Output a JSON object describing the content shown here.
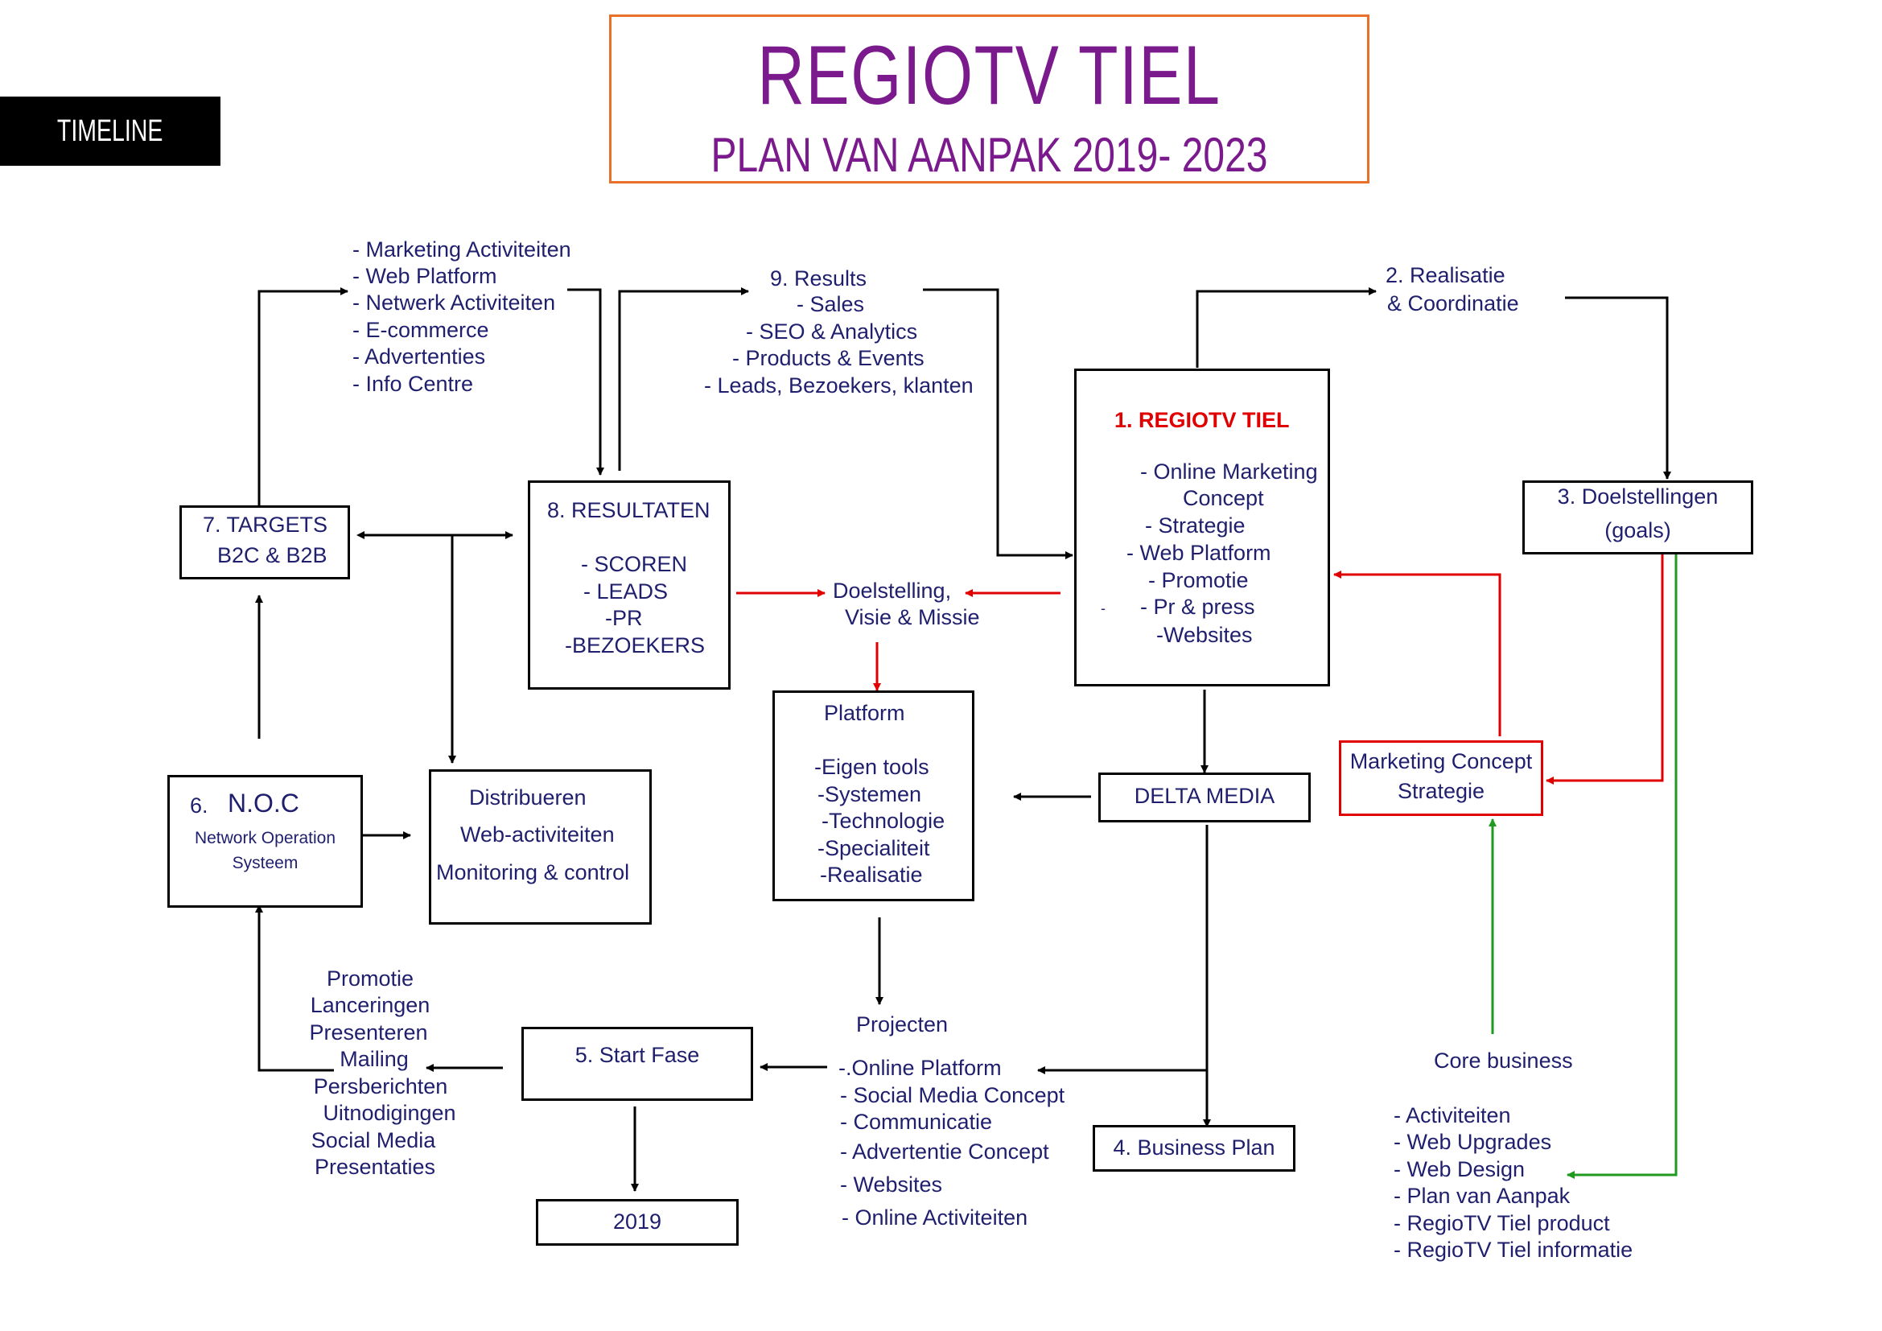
{
  "header": {
    "tag": "TIMELINE",
    "title": "REGIOTV TIEL",
    "subtitle": "PLAN VAN AANPAK 2019- 2023"
  },
  "nodes": {
    "regiotv": {
      "title": "1. REGIOTV TIEL",
      "items": [
        "- Online Marketing",
        "Concept",
        "- Strategie",
        "- Web Platform",
        "- Promotie",
        "- Pr & press",
        "-Websites"
      ],
      "dash": "-"
    },
    "realisatie": {
      "lines": [
        "2. Realisatie",
        "& Coordinatie"
      ]
    },
    "doelstellingen": {
      "lines": [
        "3. Doelstellingen",
        "(goals)"
      ]
    },
    "business_plan": {
      "label": "4. Business Plan"
    },
    "start_fase": {
      "label": "5. Start Fase"
    },
    "year": {
      "label": "2019"
    },
    "noc": {
      "number": "6.",
      "title": "N.O.C",
      "sub1": "Network Operation",
      "sub2": "Systeem"
    },
    "targets": {
      "lines": [
        "7. TARGETS",
        "B2C & B2B"
      ]
    },
    "resultaten": {
      "title": "8. RESULTATEN",
      "items": [
        "- SCOREN",
        "- LEADS",
        "-PR",
        "-BEZOEKERS"
      ]
    },
    "results": {
      "title": "9. Results",
      "items": [
        "- Sales",
        "- SEO & Analytics",
        "- Products & Events",
        "- Leads, Bezoekers, klanten"
      ]
    },
    "marketing_list": {
      "items": [
        "- Marketing Activiteiten",
        "- Web Platform",
        "- Netwerk Activiteiten",
        "- E-commerce",
        "- Advertenties",
        "- Info Centre"
      ]
    },
    "doelstelling": {
      "lines": [
        "Doelstelling,",
        "Visie & Missie"
      ]
    },
    "platform": {
      "title": "Platform",
      "items": [
        "-Eigen tools",
        "-Systemen",
        "-Technologie",
        "-Specialiteit",
        "-Realisatie"
      ]
    },
    "delta_media": {
      "label": "DELTA MEDIA"
    },
    "marketing_concept": {
      "lines": [
        "Marketing Concept",
        "Strategie"
      ]
    },
    "distribueren": {
      "items": [
        "Distribueren",
        "Web-activiteiten",
        "Monitoring & control"
      ]
    },
    "projecten": {
      "title": "Projecten",
      "items": [
        "-.Online Platform",
        "- Social Media Concept",
        "- Communicatie",
        "-  Advertentie Concept",
        "- Websites",
        "- Online Activiteiten"
      ]
    },
    "promotie_list": {
      "items": [
        "Promotie",
        "Lanceringen",
        "Presenteren",
        "Mailing",
        "Persberichten",
        "Uitnodigingen",
        "Social Media",
        "Presentaties"
      ]
    },
    "core_business": {
      "title": "Core business",
      "items": [
        "- Activiteiten",
        "- Web Upgrades",
        "- Web Design",
        "- Plan van Aanpak",
        "- RegioTV Tiel product",
        "- RegioTV Tiel informatie"
      ]
    }
  },
  "colors": {
    "title": "#7a1a8c",
    "title_border": "#e8702a",
    "text": "#1f1f6e",
    "highlight": "#e00000",
    "arrow_black": "#000000",
    "arrow_red": "#e00000",
    "arrow_green": "#1e9a1e"
  }
}
